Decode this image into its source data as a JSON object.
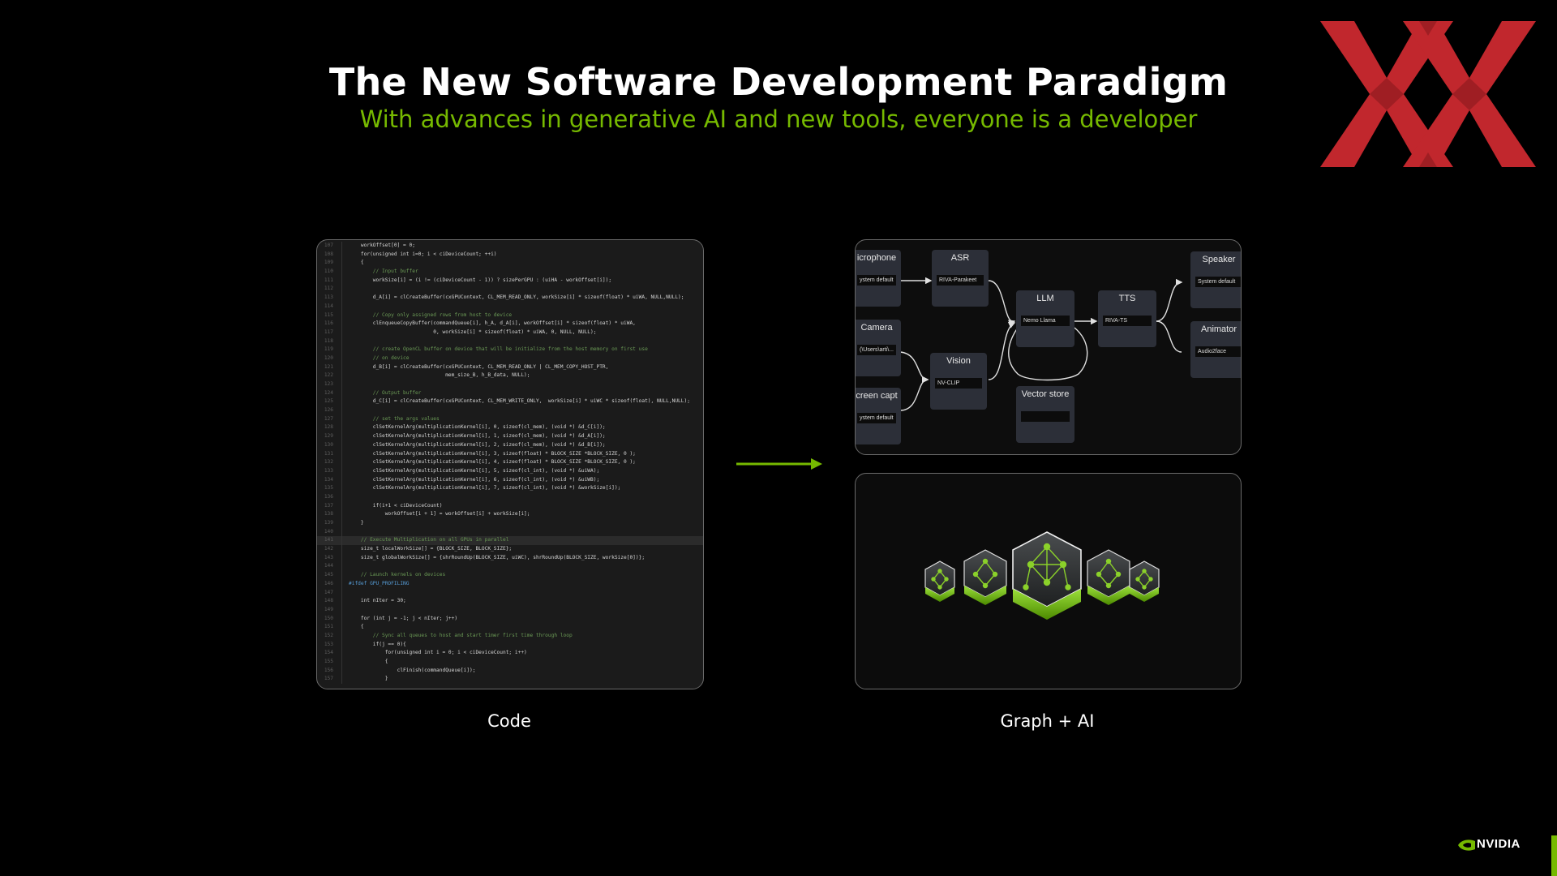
{
  "slide": {
    "title": "The New Software Development Paradigm",
    "subtitle": "With advances in generative AI and new tools, everyone is a developer",
    "accent_color": "#76b900",
    "logo_red": "#c1272d"
  },
  "left_panel": {
    "caption": "Code",
    "code_lines": [
      {
        "n": "107",
        "t": "    workOffset[0] = 0;"
      },
      {
        "n": "108",
        "t": "    for(unsigned int i=0; i < ciDeviceCount; ++i)"
      },
      {
        "n": "109",
        "t": "    {"
      },
      {
        "n": "110",
        "t": "        // Input buffer"
      },
      {
        "n": "111",
        "t": "        workSize[i] = (i != (ciDeviceCount - 1)) ? sizePerGPU : (uiHA - workOffset[i]);"
      },
      {
        "n": "112",
        "t": ""
      },
      {
        "n": "113",
        "t": "        d_A[i] = clCreateBuffer(cxGPUContext, CL_MEM_READ_ONLY, workSize[i] * sizeof(float) * uiWA, NULL,NULL);"
      },
      {
        "n": "114",
        "t": ""
      },
      {
        "n": "115",
        "t": "        // Copy only assigned rows from host to device"
      },
      {
        "n": "116",
        "t": "        clEnqueueCopyBuffer(commandQueue[i], h_A, d_A[i], workOffset[i] * sizeof(float) * uiWA,"
      },
      {
        "n": "117",
        "t": "                            0, workSize[i] * sizeof(float) * uiWA, 0, NULL, NULL);"
      },
      {
        "n": "118",
        "t": ""
      },
      {
        "n": "119",
        "t": "        // create OpenCL buffer on device that will be initialize from the host memory on first use"
      },
      {
        "n": "120",
        "t": "        // on device"
      },
      {
        "n": "121",
        "t": "        d_B[i] = clCreateBuffer(cxGPUContext, CL_MEM_READ_ONLY | CL_MEM_COPY_HOST_PTR,"
      },
      {
        "n": "122",
        "t": "                                mem_size_B, h_B_data, NULL);"
      },
      {
        "n": "123",
        "t": ""
      },
      {
        "n": "124",
        "t": "        // Output buffer"
      },
      {
        "n": "125",
        "t": "        d_C[i] = clCreateBuffer(cxGPUContext, CL_MEM_WRITE_ONLY,  workSize[i] * uiWC * sizeof(float), NULL,NULL);"
      },
      {
        "n": "126",
        "t": ""
      },
      {
        "n": "127",
        "t": "        // set the args values"
      },
      {
        "n": "128",
        "t": "        clSetKernelArg(multiplicationKernel[i], 0, sizeof(cl_mem), (void *) &d_C[i]);"
      },
      {
        "n": "129",
        "t": "        clSetKernelArg(multiplicationKernel[i], 1, sizeof(cl_mem), (void *) &d_A[i]);"
      },
      {
        "n": "130",
        "t": "        clSetKernelArg(multiplicationKernel[i], 2, sizeof(cl_mem), (void *) &d_B[i]);"
      },
      {
        "n": "131",
        "t": "        clSetKernelArg(multiplicationKernel[i], 3, sizeof(float) * BLOCK_SIZE *BLOCK_SIZE, 0 );"
      },
      {
        "n": "132",
        "t": "        clSetKernelArg(multiplicationKernel[i], 4, sizeof(float) * BLOCK_SIZE *BLOCK_SIZE, 0 );"
      },
      {
        "n": "133",
        "t": "        clSetKernelArg(multiplicationKernel[i], 5, sizeof(cl_int), (void *) &uiWA);"
      },
      {
        "n": "134",
        "t": "        clSetKernelArg(multiplicationKernel[i], 6, sizeof(cl_int), (void *) &uiWB);"
      },
      {
        "n": "135",
        "t": "        clSetKernelArg(multiplicationKernel[i], 7, sizeof(cl_int), (void *) &workSize[i]);"
      },
      {
        "n": "136",
        "t": ""
      },
      {
        "n": "137",
        "t": "        if(i+1 < ciDeviceCount)"
      },
      {
        "n": "138",
        "t": "            workOffset[i + 1] = workOffset[i] + workSize[i];"
      },
      {
        "n": "139",
        "t": "    }"
      },
      {
        "n": "140",
        "t": ""
      },
      {
        "n": "141",
        "t": "    // Execute Multiplication on all GPUs in parallel"
      },
      {
        "n": "142",
        "t": "    size_t localWorkSize[] = {BLOCK_SIZE, BLOCK_SIZE};"
      },
      {
        "n": "143",
        "t": "    size_t globalWorkSize[] = {shrRoundUp(BLOCK_SIZE, uiWC), shrRoundUp(BLOCK_SIZE, workSize[0])};"
      },
      {
        "n": "144",
        "t": ""
      },
      {
        "n": "145",
        "t": "    // Launch kernels on devices"
      },
      {
        "n": "146",
        "t": "#ifdef GPU_PROFILING"
      },
      {
        "n": "147",
        "t": ""
      },
      {
        "n": "148",
        "t": "    int nIter = 30;"
      },
      {
        "n": "149",
        "t": ""
      },
      {
        "n": "150",
        "t": "    for (int j = -1; j < nIter; j++)"
      },
      {
        "n": "151",
        "t": "    {"
      },
      {
        "n": "152",
        "t": "        // Sync all queues to host and start timer first time through loop"
      },
      {
        "n": "153",
        "t": "        if(j == 0){"
      },
      {
        "n": "154",
        "t": "            for(unsigned int i = 0; i < ciDeviceCount; i++)"
      },
      {
        "n": "155",
        "t": "            {"
      },
      {
        "n": "156",
        "t": "                clFinish(commandQueue[i]);"
      },
      {
        "n": "157",
        "t": "            }"
      }
    ]
  },
  "right_panel": {
    "caption": "Graph + AI",
    "nodes": {
      "microphone": {
        "title": "icrophone",
        "field": "ystem default"
      },
      "asr": {
        "title": "ASR",
        "field": "RIVA-Parakeet"
      },
      "camera": {
        "title": "Camera",
        "field": "(\\Users\\arti\\..."
      },
      "screen": {
        "title": "creen capt",
        "field": "ystem default"
      },
      "vision": {
        "title": "Vision",
        "field": "NV-CLIP"
      },
      "llm": {
        "title": "LLM",
        "field": "Nemo Llama"
      },
      "vector": {
        "title": "Vector store",
        "field": ""
      },
      "tts": {
        "title": "TTS",
        "field": "RIVA-TS"
      },
      "speaker": {
        "title": "Speaker",
        "field": "System default"
      },
      "animator": {
        "title": "Animator",
        "field": "Audio2face"
      }
    }
  },
  "footer": {
    "brand": "NVIDIA"
  }
}
